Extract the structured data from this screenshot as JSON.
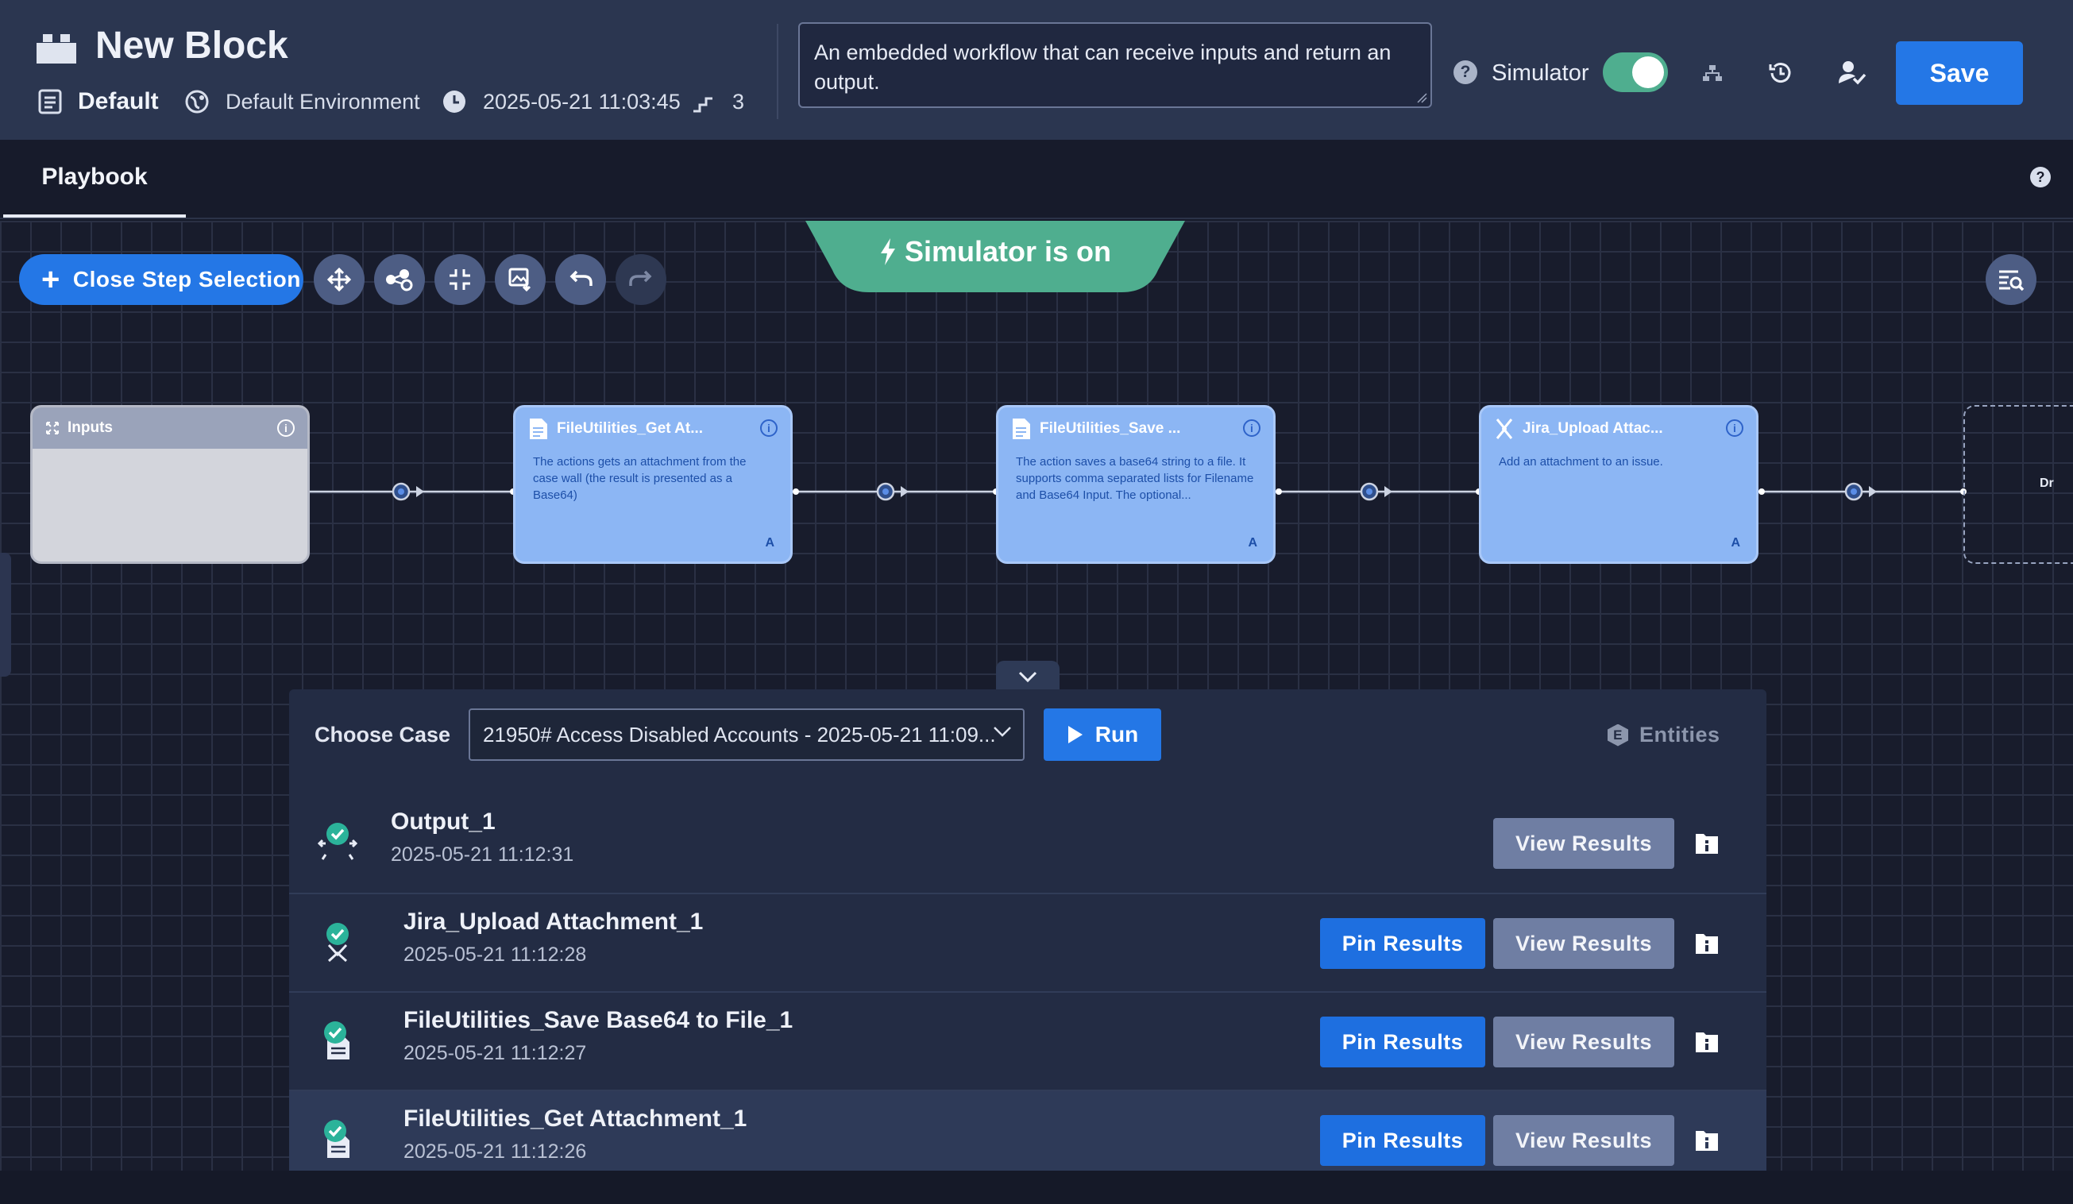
{
  "header": {
    "title": "New Block",
    "category": "Default",
    "environment": "Default Environment",
    "timestamp": "2025-05-21 11:03:45",
    "version": "3",
    "description": "An embedded workflow that can receive inputs and return an output.",
    "simulator_label": "Simulator",
    "simulator_on": true,
    "save_label": "Save"
  },
  "tabs": {
    "playbook": "Playbook"
  },
  "toolbar": {
    "close_selection_label": "Close Step Selection",
    "icons": [
      "move-icon",
      "steps-add-icon",
      "fit-screen-icon",
      "image-export-icon",
      "undo-icon",
      "redo-icon"
    ]
  },
  "simulator_banner": "Simulator is on",
  "nodes": [
    {
      "title": "Inputs",
      "desc": "",
      "badge": ""
    },
    {
      "title": "FileUtilities_Get At...",
      "desc": "The actions gets an attachment from the case wall (the result is presented as a Base64)",
      "badge": "A"
    },
    {
      "title": "FileUtilities_Save ...",
      "desc": "The action saves a base64 string to a file. It supports comma separated lists for Filename and Base64 Input. The optional...",
      "badge": "A"
    },
    {
      "title": "Jira_Upload Attac...",
      "desc": "Add an attachment to an issue.",
      "badge": "A"
    }
  ],
  "drop_label": "Dr",
  "results": {
    "choose_case_label": "Choose Case",
    "selected_case": "21950# Access Disabled Accounts - 2025-05-21 11:09...",
    "run_label": "Run",
    "entities_label": "Entities",
    "entities_badge": "E",
    "pin_label": "Pin Results",
    "view_label": "View Results",
    "rows": [
      {
        "name": "Output_1",
        "time": "2025-05-21 11:12:31"
      },
      {
        "name": "Jira_Upload Attachment_1",
        "time": "2025-05-21 11:12:28"
      },
      {
        "name": "FileUtilities_Save Base64 to File_1",
        "time": "2025-05-21 11:12:27"
      },
      {
        "name": "FileUtilities_Get Attachment_1",
        "time": "2025-05-21 11:12:26"
      }
    ]
  },
  "colors": {
    "accent": "#2477e6",
    "header_bg": "#2b3650",
    "canvas_bg": "#181c2c",
    "node_action": "#8cb6f4",
    "simulator_green": "#4fae8f",
    "success_teal": "#2bb39a"
  }
}
